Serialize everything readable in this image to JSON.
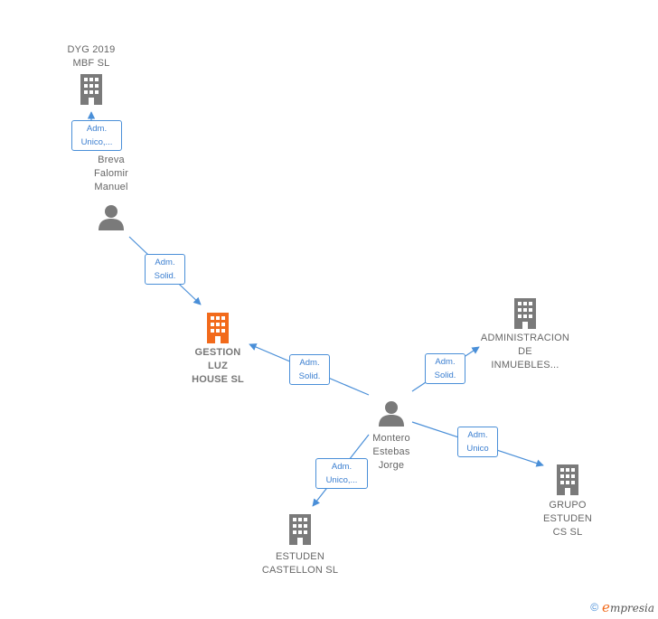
{
  "nodes": {
    "dyg": {
      "label": "DYG 2019\nMBF  SL",
      "type": "company"
    },
    "breva": {
      "label": "Breva\nFalomir\nManuel",
      "type": "person"
    },
    "gestion": {
      "label": "GESTION\nLUZ\nHOUSE  SL",
      "type": "company-focus"
    },
    "admin": {
      "label": "ADMINISTRACION\nDE\nINMUEBLES...",
      "type": "company"
    },
    "montero": {
      "label": "Montero\nEstebas\nJorge",
      "type": "person"
    },
    "grupo": {
      "label": "GRUPO\nESTUDEN\nCS SL",
      "type": "company"
    },
    "estuden": {
      "label": "ESTUDEN\nCASTELLON SL",
      "type": "company"
    }
  },
  "edges": {
    "breva_dyg": "Adm.\nUnico,...",
    "breva_gestion": "Adm.\nSolid.",
    "montero_gestion": "Adm.\nSolid.",
    "montero_admin": "Adm.\nSolid.",
    "montero_grupo": "Adm.\nUnico",
    "montero_estuden": "Adm.\nUnico,..."
  },
  "colors": {
    "company": "#7a7a7a",
    "focus": "#f26a1b",
    "person": "#7a7a7a",
    "edge": "#4a8fd8"
  },
  "footer": {
    "copyright": "©",
    "brand": "mpresia",
    "brand_initial": "e"
  }
}
